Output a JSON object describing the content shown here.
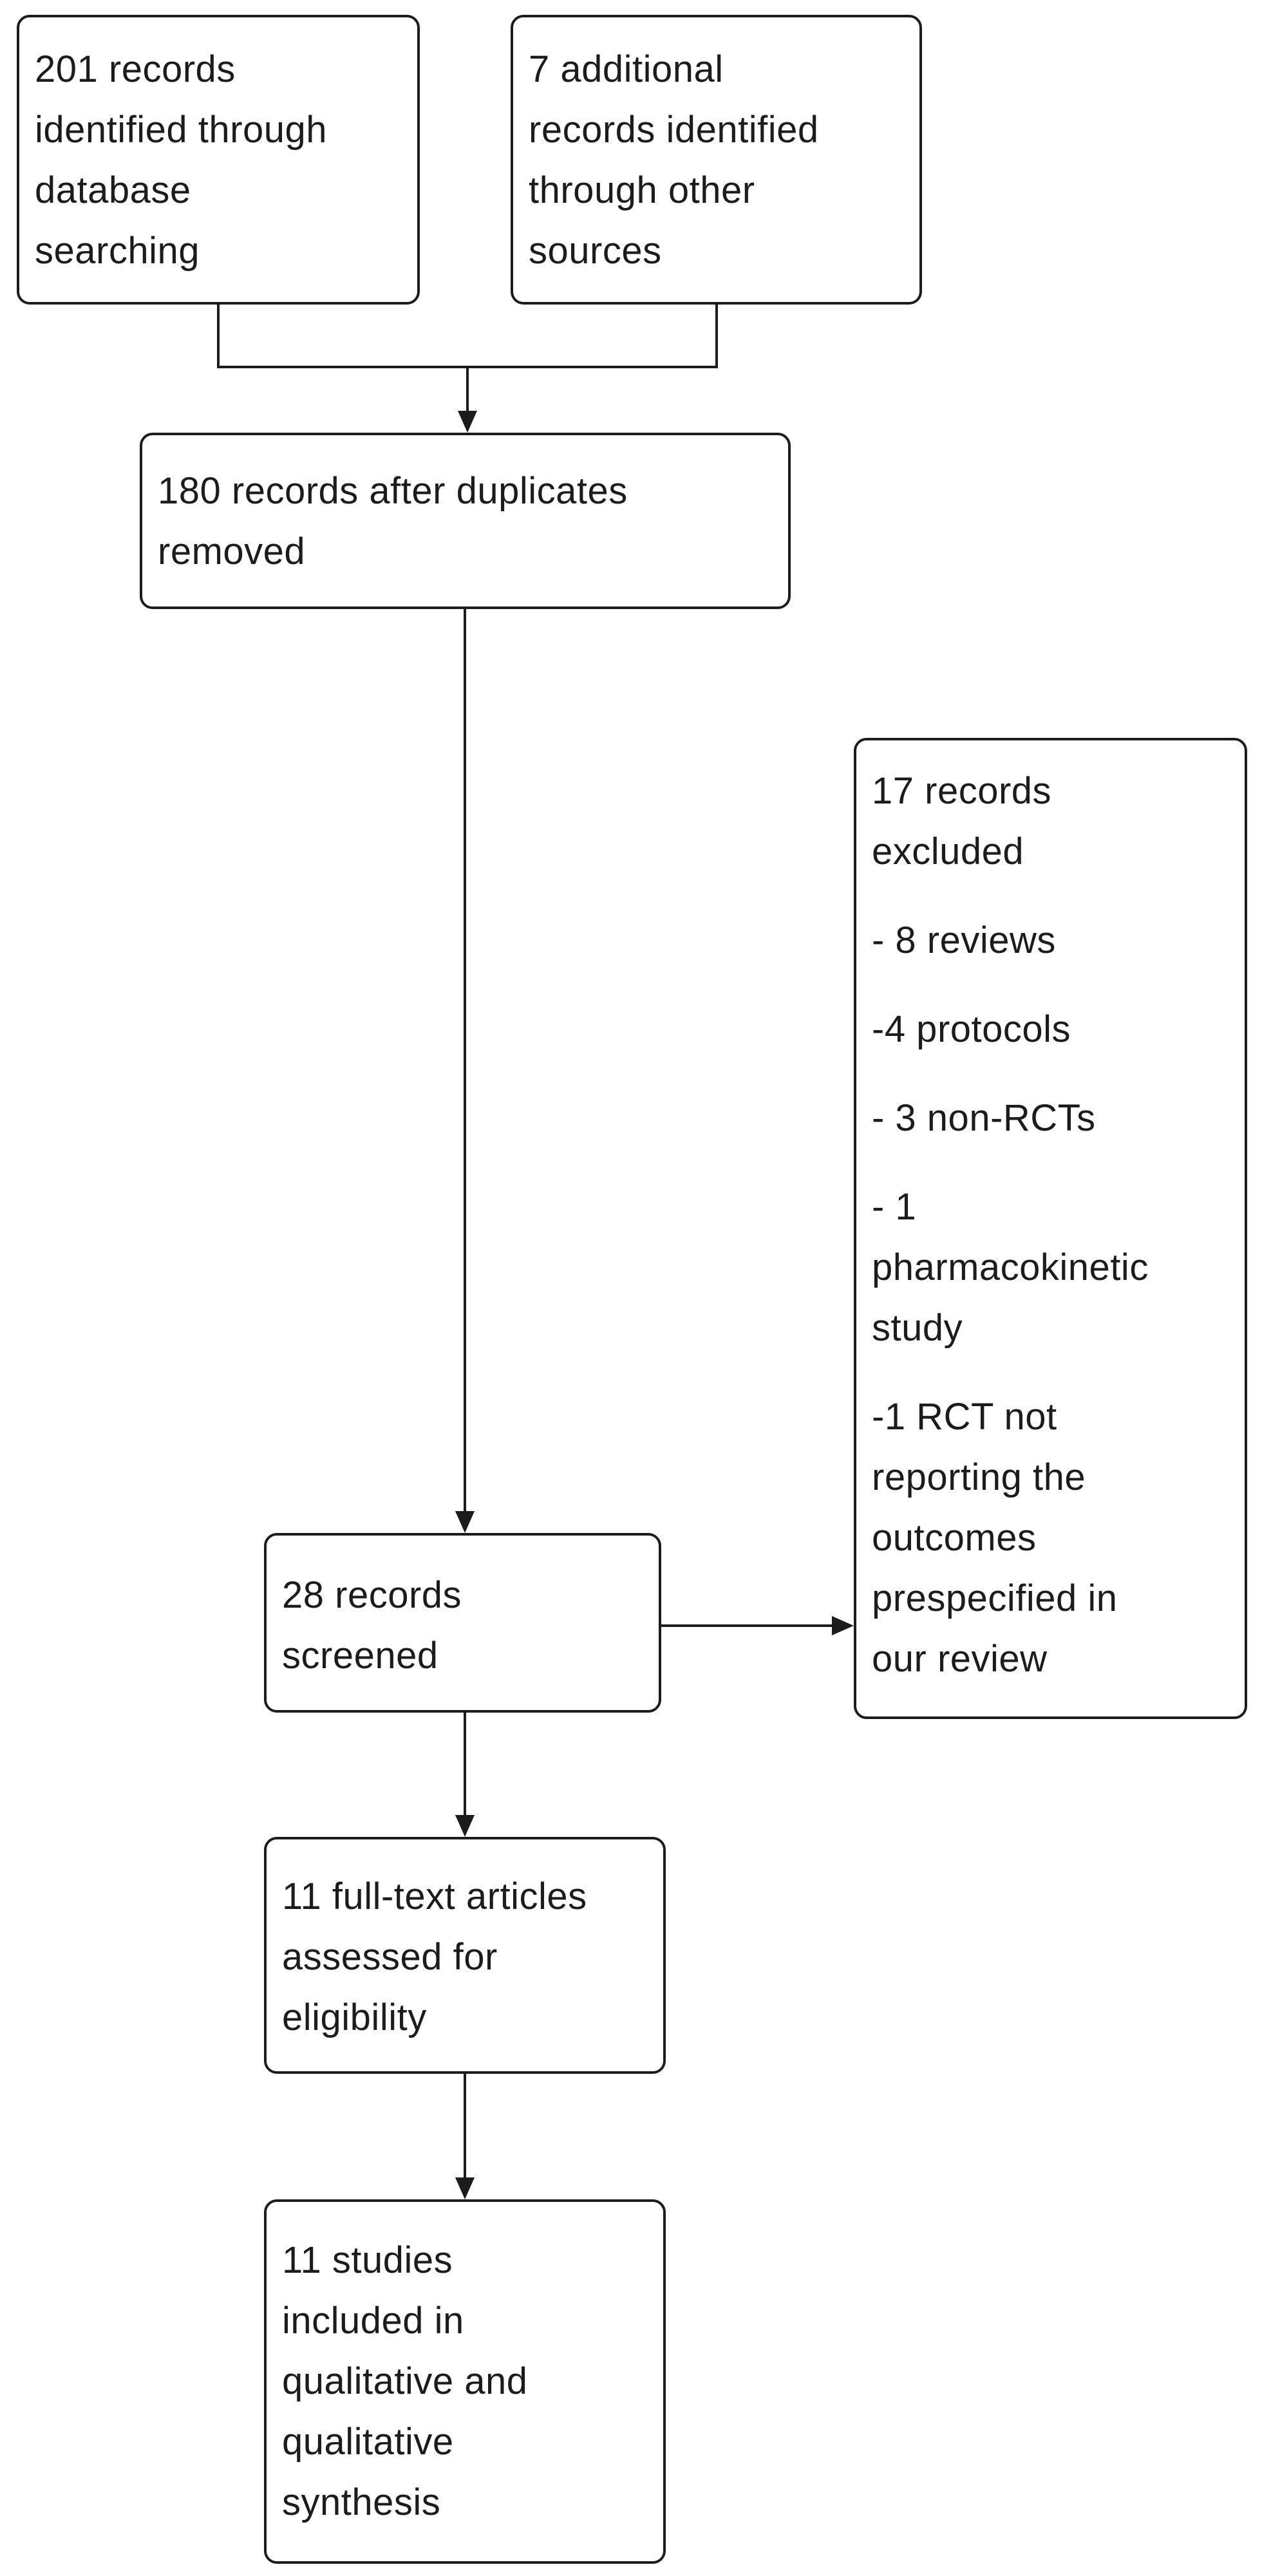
{
  "diagram": {
    "type": "prisma-flow-diagram",
    "colors": {
      "ink": "#1c1c1c",
      "background": "#ffffff"
    },
    "boxes": {
      "identified_database": {
        "lines": [
          "201 records",
          "identified through",
          "database",
          "searching"
        ]
      },
      "identified_other": {
        "lines": [
          "7 additional",
          "records identified",
          "through other",
          "sources"
        ]
      },
      "after_duplicates": {
        "lines": [
          "180 records after duplicates",
          "removed"
        ]
      },
      "excluded": {
        "paragraphs": [
          {
            "lines": [
              "17 records",
              "excluded"
            ]
          },
          {
            "lines": [
              "- 8 reviews"
            ]
          },
          {
            "lines": [
              "-4 protocols"
            ]
          },
          {
            "lines": [
              "- 3 non-RCTs"
            ]
          },
          {
            "lines": [
              "- 1",
              "pharmacokinetic",
              "study"
            ]
          },
          {
            "lines": [
              "-1 RCT not",
              "reporting the",
              "outcomes",
              "prespecified in",
              "our review"
            ]
          }
        ]
      },
      "screened": {
        "lines": [
          "28 records",
          "screened"
        ]
      },
      "fulltext": {
        "lines": [
          "11 full-text articles",
          "assessed for",
          "eligibility"
        ]
      },
      "included": {
        "lines": [
          "11 studies",
          "included in",
          "qualitative and",
          "qualitative",
          "synthesis"
        ]
      }
    }
  }
}
